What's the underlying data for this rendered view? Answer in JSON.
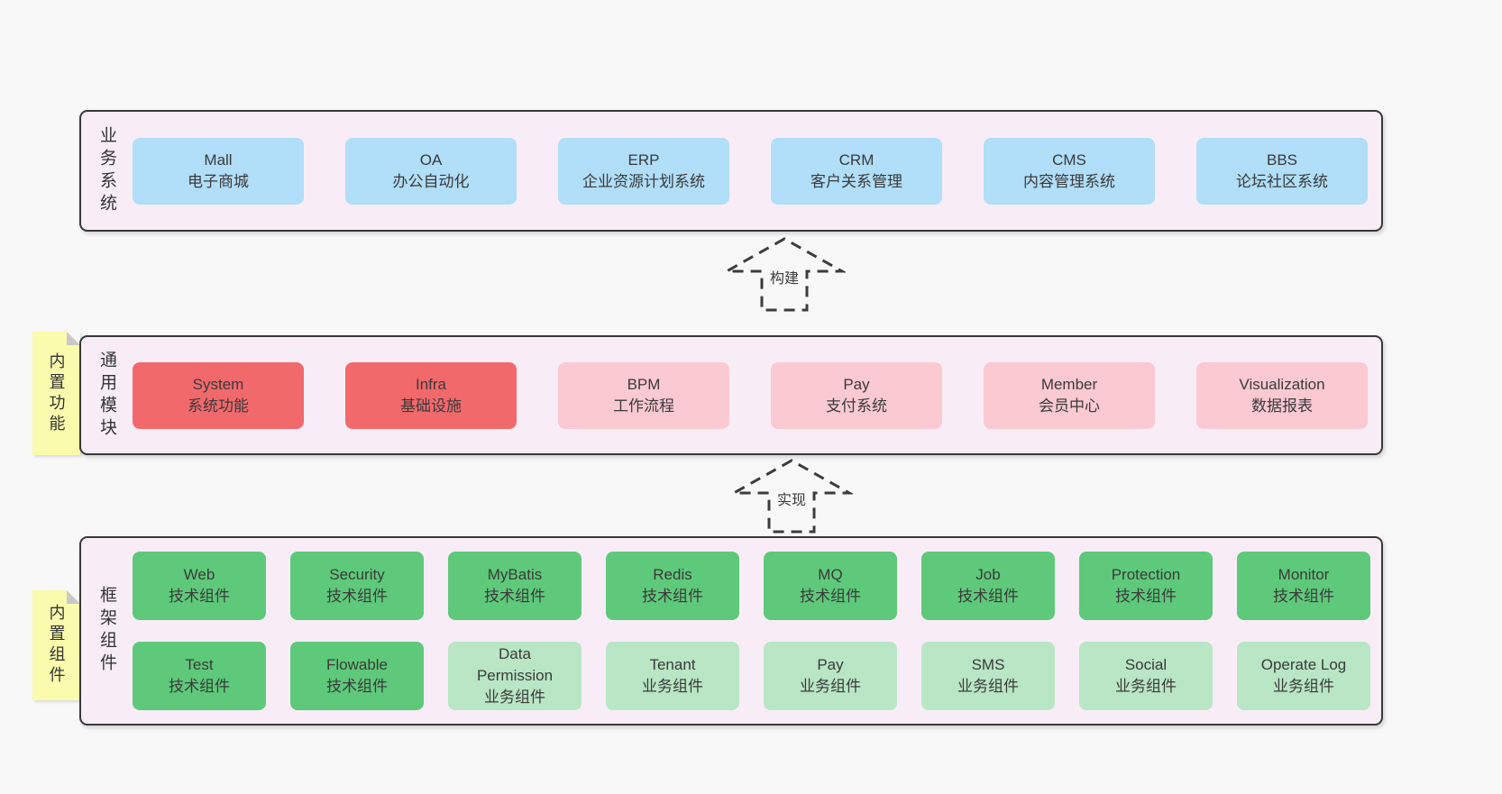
{
  "diagram": {
    "layers": [
      {
        "id": "business",
        "label": "业务系统",
        "boxes": [
          {
            "name": "Mall",
            "subtitle": "电子商城",
            "variant": "blue"
          },
          {
            "name": "OA",
            "subtitle": "办公自动化",
            "variant": "blue"
          },
          {
            "name": "ERP",
            "subtitle": "企业资源计划系统",
            "variant": "blue"
          },
          {
            "name": "CRM",
            "subtitle": "客户关系管理",
            "variant": "blue"
          },
          {
            "name": "CMS",
            "subtitle": "内容管理系统",
            "variant": "blue"
          },
          {
            "name": "BBS",
            "subtitle": "论坛社区系统",
            "variant": "blue"
          }
        ]
      },
      {
        "id": "common-modules",
        "label": "通用模块",
        "note": "内置功能",
        "boxes": [
          {
            "name": "System",
            "subtitle": "系统功能",
            "variant": "red"
          },
          {
            "name": "Infra",
            "subtitle": "基础设施",
            "variant": "red"
          },
          {
            "name": "BPM",
            "subtitle": "工作流程",
            "variant": "pink"
          },
          {
            "name": "Pay",
            "subtitle": "支付系统",
            "variant": "pink"
          },
          {
            "name": "Member",
            "subtitle": "会员中心",
            "variant": "pink"
          },
          {
            "name": "Visualization",
            "subtitle": "数据报表",
            "variant": "pink"
          }
        ]
      },
      {
        "id": "framework-components",
        "label": "框架组件",
        "note": "内置组件",
        "rows": [
          [
            {
              "name": "Web",
              "subtitle": "技术组件",
              "variant": "green"
            },
            {
              "name": "Security",
              "subtitle": "技术组件",
              "variant": "green"
            },
            {
              "name": "MyBatis",
              "subtitle": "技术组件",
              "variant": "green"
            },
            {
              "name": "Redis",
              "subtitle": "技术组件",
              "variant": "green"
            },
            {
              "name": "MQ",
              "subtitle": "技术组件",
              "variant": "green"
            },
            {
              "name": "Job",
              "subtitle": "技术组件",
              "variant": "green"
            },
            {
              "name": "Protection",
              "subtitle": "技术组件",
              "variant": "green"
            },
            {
              "name": "Monitor",
              "subtitle": "技术组件",
              "variant": "green"
            }
          ],
          [
            {
              "name": "Test",
              "subtitle": "技术组件",
              "variant": "green"
            },
            {
              "name": "Flowable",
              "subtitle": "技术组件",
              "variant": "green"
            },
            {
              "name": "Data Permission",
              "subtitle": "业务组件",
              "variant": "lightgreen"
            },
            {
              "name": "Tenant",
              "subtitle": "业务组件",
              "variant": "lightgreen"
            },
            {
              "name": "Pay",
              "subtitle": "业务组件",
              "variant": "lightgreen"
            },
            {
              "name": "SMS",
              "subtitle": "业务组件",
              "variant": "lightgreen"
            },
            {
              "name": "Social",
              "subtitle": "业务组件",
              "variant": "lightgreen"
            },
            {
              "name": "Operate Log",
              "subtitle": "业务组件",
              "variant": "lightgreen"
            }
          ]
        ]
      }
    ],
    "arrows": [
      {
        "label": "构建"
      },
      {
        "label": "实现"
      }
    ],
    "colors": {
      "business_box": "#b1def8",
      "module_core_box": "#f2696c",
      "module_optional_box": "#fbc9d2",
      "component_tech_box": "#5ec97a",
      "component_biz_box": "#b9e6c5",
      "note_yellow": "#fbfbad",
      "note_fold_gray": "#c9c9c9",
      "container_background": "#f8edf6",
      "border_dark": "#383838",
      "page_background": "#f8f8f8"
    }
  }
}
